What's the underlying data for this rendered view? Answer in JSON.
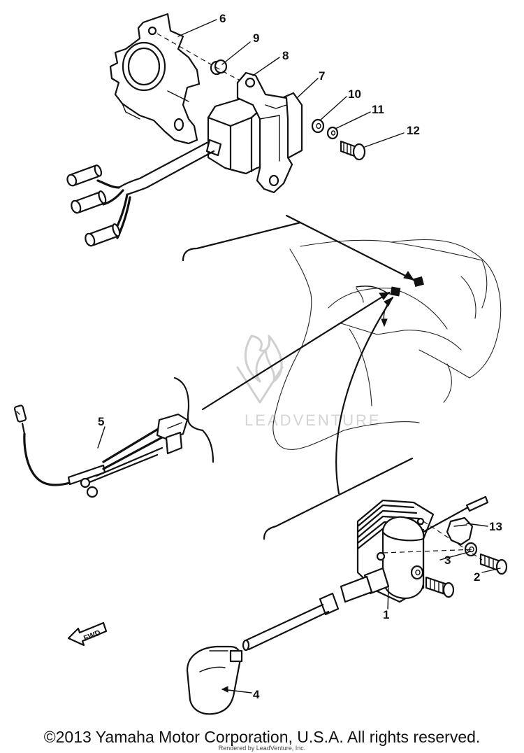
{
  "callouts": {
    "c1": "1",
    "c2": "2",
    "c3": "3",
    "c4": "4",
    "c5": "5",
    "c6": "6",
    "c7": "7",
    "c8": "8",
    "c9": "9",
    "c10": "10",
    "c11": "11",
    "c12": "12",
    "c13": "13"
  },
  "fwd_label": "FWD",
  "watermark": "LEADVENTURE",
  "footer": {
    "copyright": "©2013 Yamaha Motor Corporation, U.S.A. All rights reserved.",
    "rendered_by": "Rendered by LeadVenture, Inc."
  }
}
